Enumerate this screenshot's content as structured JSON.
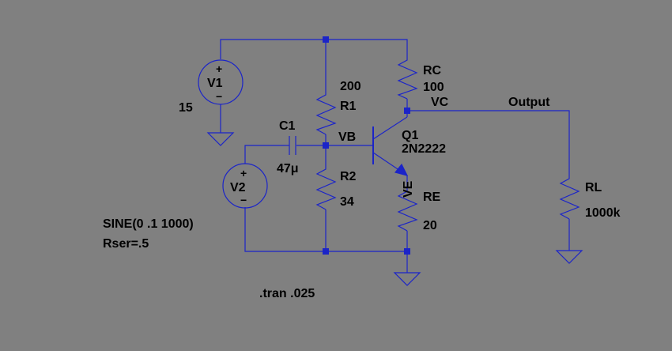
{
  "components": {
    "v1": {
      "name": "V1",
      "value": "15"
    },
    "v2": {
      "name": "V2",
      "value_line1": "SINE(0 .1 1000)",
      "value_line2": "Rser=.5"
    },
    "r1": {
      "name": "R1",
      "value": "200"
    },
    "r2": {
      "name": "R2",
      "value": "34"
    },
    "rc": {
      "name": "RC",
      "value": "100"
    },
    "re": {
      "name": "RE",
      "value": "20"
    },
    "rl": {
      "name": "RL",
      "value": "1000k"
    },
    "c1": {
      "name": "C1",
      "value": "47μ"
    },
    "q1": {
      "name": "Q1",
      "model": "2N2222"
    }
  },
  "nets": {
    "vb": "VB",
    "vc": "VC",
    "ve": "VE",
    "output": "Output"
  },
  "directive": ".tran .025",
  "colors": {
    "background": "#808080",
    "wire": "#1b24c8",
    "text": "#000000"
  },
  "source_symbols": {
    "plus": "+",
    "minus": "−"
  }
}
